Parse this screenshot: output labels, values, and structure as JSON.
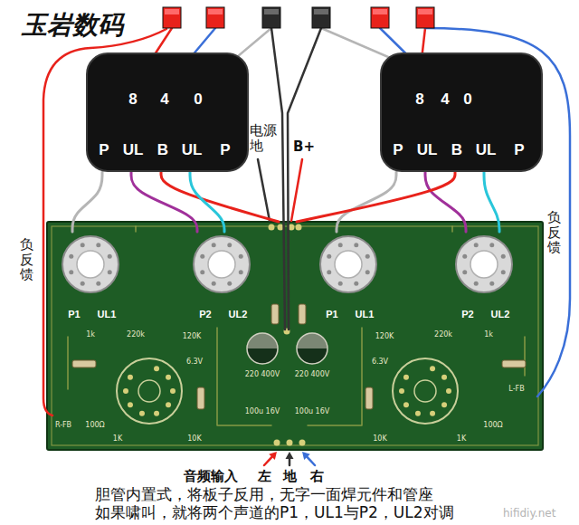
{
  "diagram": {
    "nodes": [
      {
        "text": [
          "8",
          "4",
          "0",
          "P",
          "UL",
          "B",
          "UL",
          "P"
        ]
      },
      {
        "text": [
          "8",
          "4",
          "0",
          "P",
          "UL",
          "B",
          "UL",
          "P"
        ]
      },
      {
        "text": [
          "1k",
          "220k",
          "120K",
          "6.3V",
          "R-FB",
          "100Ω",
          "1K",
          "10K",
          "220 400V",
          "220 400V",
          "100u 16V",
          "100u 16V",
          "1k",
          "220k",
          "120K",
          "6.3V",
          "L-FB",
          "100Ω",
          "1K",
          "10K"
        ]
      },
      {
        "text": [
          "P1",
          "UL1"
        ],
        "in": 2
      },
      {
        "text": [
          "P2",
          "UL2"
        ],
        "in": 2
      },
      {
        "text": [
          "P1",
          "UL1"
        ],
        "in": 2
      },
      {
        "text": [
          "P2",
          "UL2"
        ],
        "in": 2
      }
    ],
    "edges": [
      {
        "from": 0,
        "to": 3,
        "arrow": "none"
      },
      {
        "from": 0,
        "to": 4,
        "arrow": "none"
      },
      {
        "from": 0,
        "to": 2,
        "arrow": "none"
      },
      {
        "from": 0,
        "to": 4,
        "arrow": "none"
      },
      {
        "from": 1,
        "to": 5,
        "arrow": "none"
      },
      {
        "from": 1,
        "to": 6,
        "arrow": "none"
      },
      {
        "from": 1,
        "to": 2,
        "arrow": "none"
      },
      {
        "from": 1,
        "to": 6,
        "arrow": "none"
      }
    ],
    "labels": [
      "玉岩数码",
      "电源地",
      "B+",
      "负反馈",
      "负反馈",
      "音频输入",
      "左",
      "地",
      "右",
      "胆管内置式，将板子反用，无字一面焊元件和管座",
      "如果啸叫，就将两个声道的P1，UL1与P2，UL2对调",
      "hifidiy.net"
    ]
  }
}
